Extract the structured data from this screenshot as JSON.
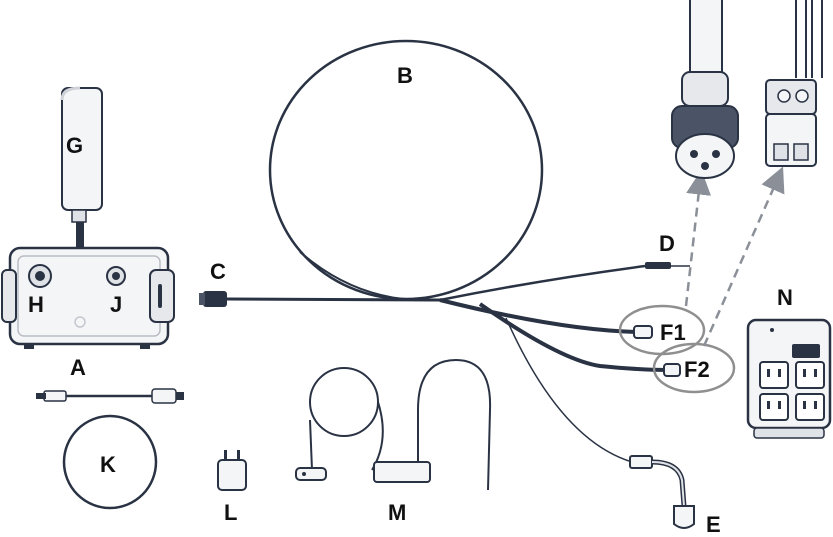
{
  "labels": {
    "A": "A",
    "B": "B",
    "C": "C",
    "D": "D",
    "E": "E",
    "F1": "F1",
    "F2": "F2",
    "G": "G",
    "H": "H",
    "J": "J",
    "K": "K",
    "L": "L",
    "M": "M",
    "N": "N"
  },
  "colors": {
    "stroke": "#2a3344",
    "fill_light": "#f4f5f7",
    "fill_mid": "#dfe2e7",
    "dashed": "#8a8f98",
    "callout": "#8f8f8f"
  }
}
